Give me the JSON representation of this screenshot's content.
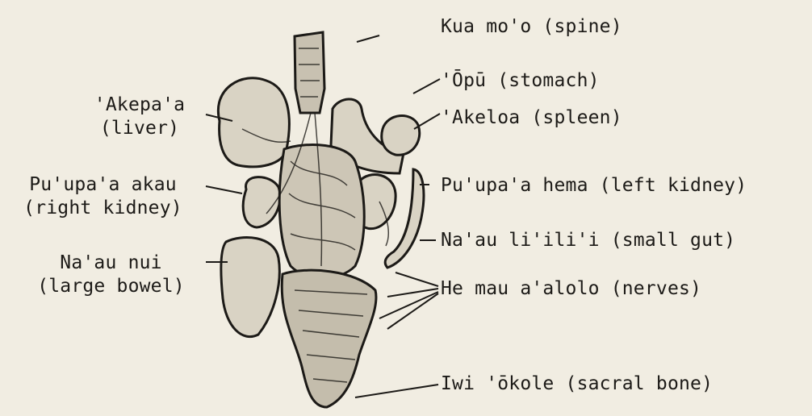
{
  "labels": {
    "spine": "Kua mo'o (spine)",
    "stomach": "'Ōpū (stomach)",
    "spleen": "'Akeloa (spleen)",
    "left_kidney": "Pu'upa'a hema (left kidney)",
    "small_gut": "Na'au li'ili'i (small gut)",
    "nerves": "He mau a'alolo (nerves)",
    "sacral_bone": "Iwi 'ōkole (sacral bone)",
    "liver_1": "'Akepa'a",
    "liver_2": "(liver)",
    "right_kidney_1": "Pu'upa'a akau",
    "right_kidney_2": "(right kidney)",
    "large_bowel_1": "Na'au nui",
    "large_bowel_2": "(large bowel)"
  },
  "colors": {
    "background": "#f1ede2",
    "ink": "#1c1a17",
    "organ_fill": "#d9d3c4"
  }
}
